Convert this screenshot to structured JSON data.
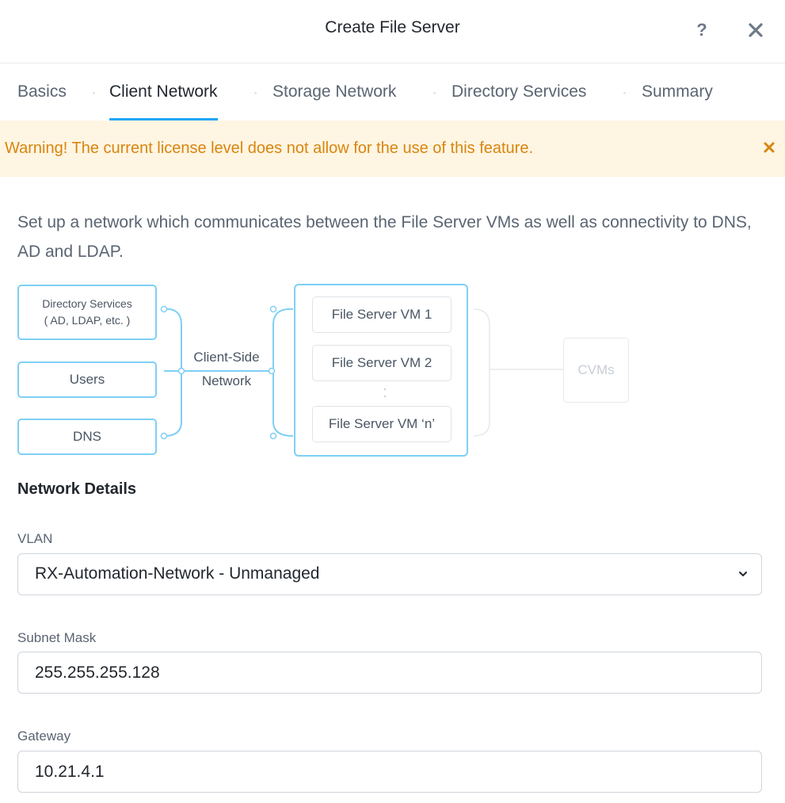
{
  "dialog": {
    "title": "Create File Server",
    "help_label": "?"
  },
  "tabs": [
    {
      "label": "Basics",
      "active": false
    },
    {
      "label": "Client Network",
      "active": true
    },
    {
      "label": "Storage Network",
      "active": false
    },
    {
      "label": "Directory Services",
      "active": false
    },
    {
      "label": "Summary",
      "active": false
    }
  ],
  "warning": {
    "text": "Warning! The current license level does not allow for the use of this feature."
  },
  "description": "Set up a network which communicates between the File Server VMs as well as connectivity to DNS, AD and LDAP.",
  "diagram": {
    "sources": {
      "directory_line1": "Directory Services",
      "directory_line2": "( AD, LDAP, etc. )",
      "users": "Users",
      "dns": "DNS"
    },
    "network_line1": "Client-Side",
    "network_line2": "Network",
    "vms": {
      "vm1": "File Server VM 1",
      "vm2": "File Server VM 2",
      "ellipsis": ":",
      "vmn": "File Server VM ‘n’"
    },
    "cvms": "CVMs"
  },
  "network_details": {
    "title": "Network Details",
    "vlan": {
      "label": "VLAN",
      "value": "RX-Automation-Network - Unmanaged"
    },
    "subnet_mask": {
      "label": "Subnet Mask",
      "value": "255.255.255.128"
    },
    "gateway": {
      "label": "Gateway",
      "value": "10.21.4.1"
    }
  },
  "colors": {
    "accent": "#22a5f7",
    "warning_bg": "#fef5e2",
    "warning_text": "#d9850f",
    "diagram_line": "#7fcff5"
  }
}
